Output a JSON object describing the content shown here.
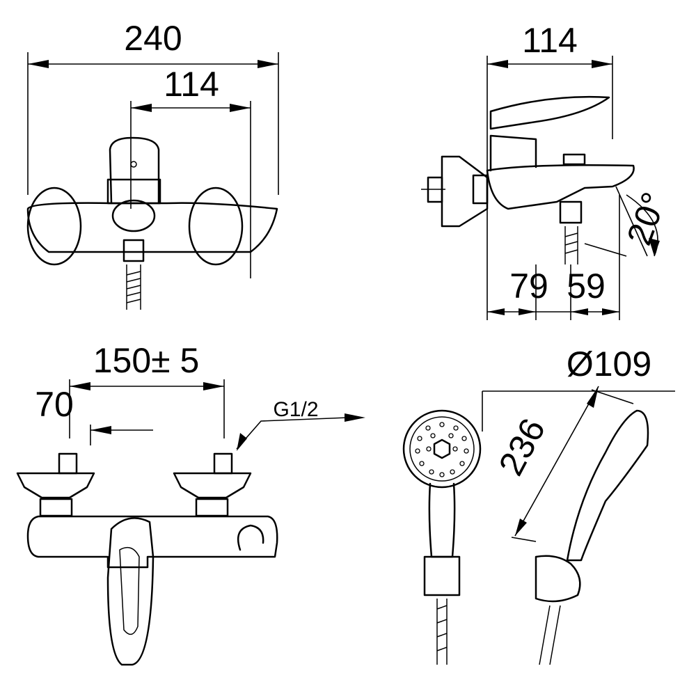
{
  "drawing": {
    "front_view": {
      "overall_width": "240",
      "spout_offset": "114"
    },
    "side_view": {
      "projection": "114",
      "depth_a": "79",
      "depth_b": "59",
      "spray_angle": "20°"
    },
    "top_view": {
      "inlet_spacing": "150± 5",
      "inlet_offset": "70",
      "thread": "G1/2"
    },
    "hand_shower": {
      "diameter": "Ø109",
      "length": "236"
    }
  }
}
